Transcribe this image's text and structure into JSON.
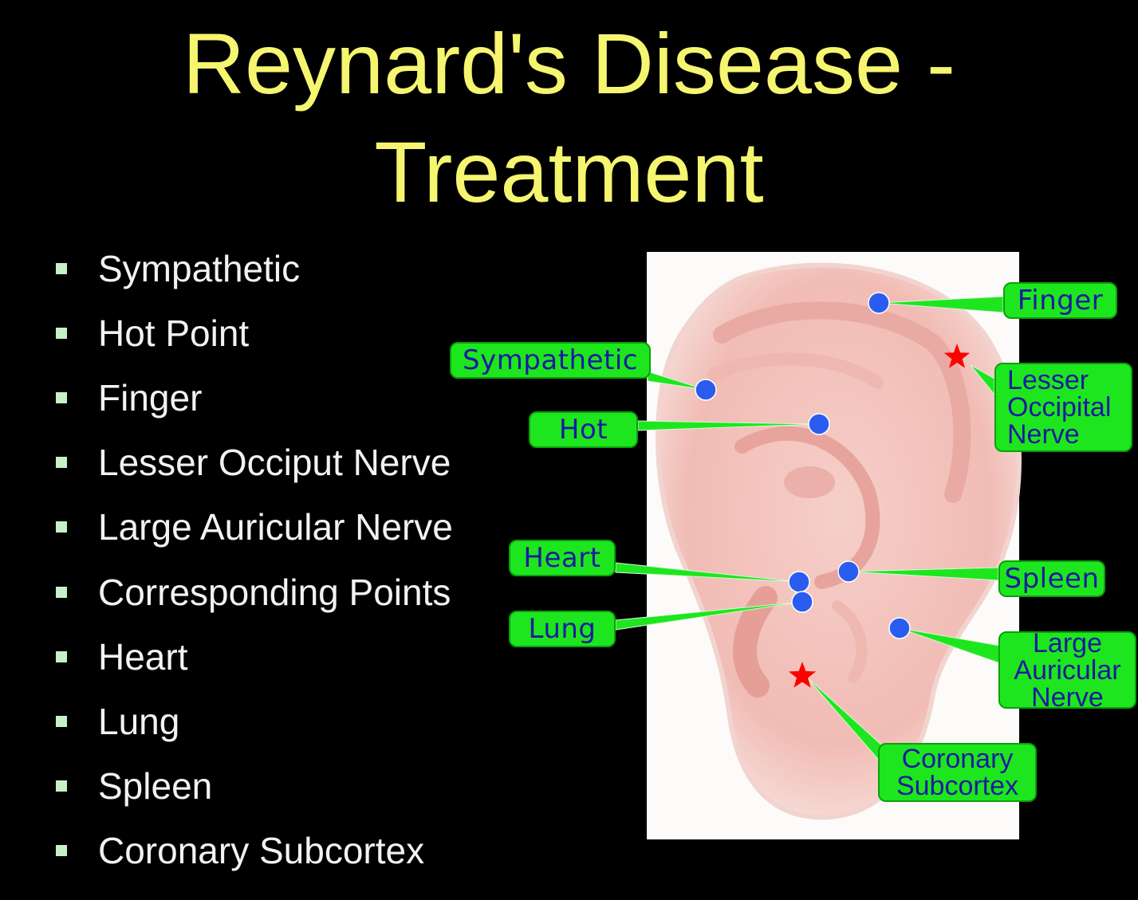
{
  "title": {
    "line1": "Reynard's Disease -",
    "line2": "Treatment"
  },
  "bullets": [
    "Sympathetic",
    "Hot Point",
    "Finger",
    "Lesser Occiput Nerve",
    "Large Auricular Nerve",
    "Corresponding Points",
    "Heart",
    "Lung",
    "Spleen",
    "Coronary Subcortex"
  ],
  "labels": {
    "finger": "Finger",
    "sympathetic": "Sympathetic",
    "hot": "Hot",
    "lesser_occipital": [
      "Lesser",
      "Occipital",
      "Nerve"
    ],
    "heart": "Heart",
    "spleen": "Spleen",
    "lung": "Lung",
    "large_auricular": [
      "Large",
      "Auricular",
      "Nerve"
    ],
    "coronary_subcortex": [
      "Coronary",
      "Subcortex"
    ]
  },
  "colors": {
    "title": "#f5f570",
    "label_fill": "#1ee61e",
    "label_text": "#1a1aa0",
    "point_dot": "#2a5cf0",
    "star": "#ff0000",
    "ear": "#f4c6c0"
  },
  "icons": {
    "bullet": "square-bullet-icon",
    "point": "blue-dot-icon",
    "star": "red-star-icon"
  }
}
